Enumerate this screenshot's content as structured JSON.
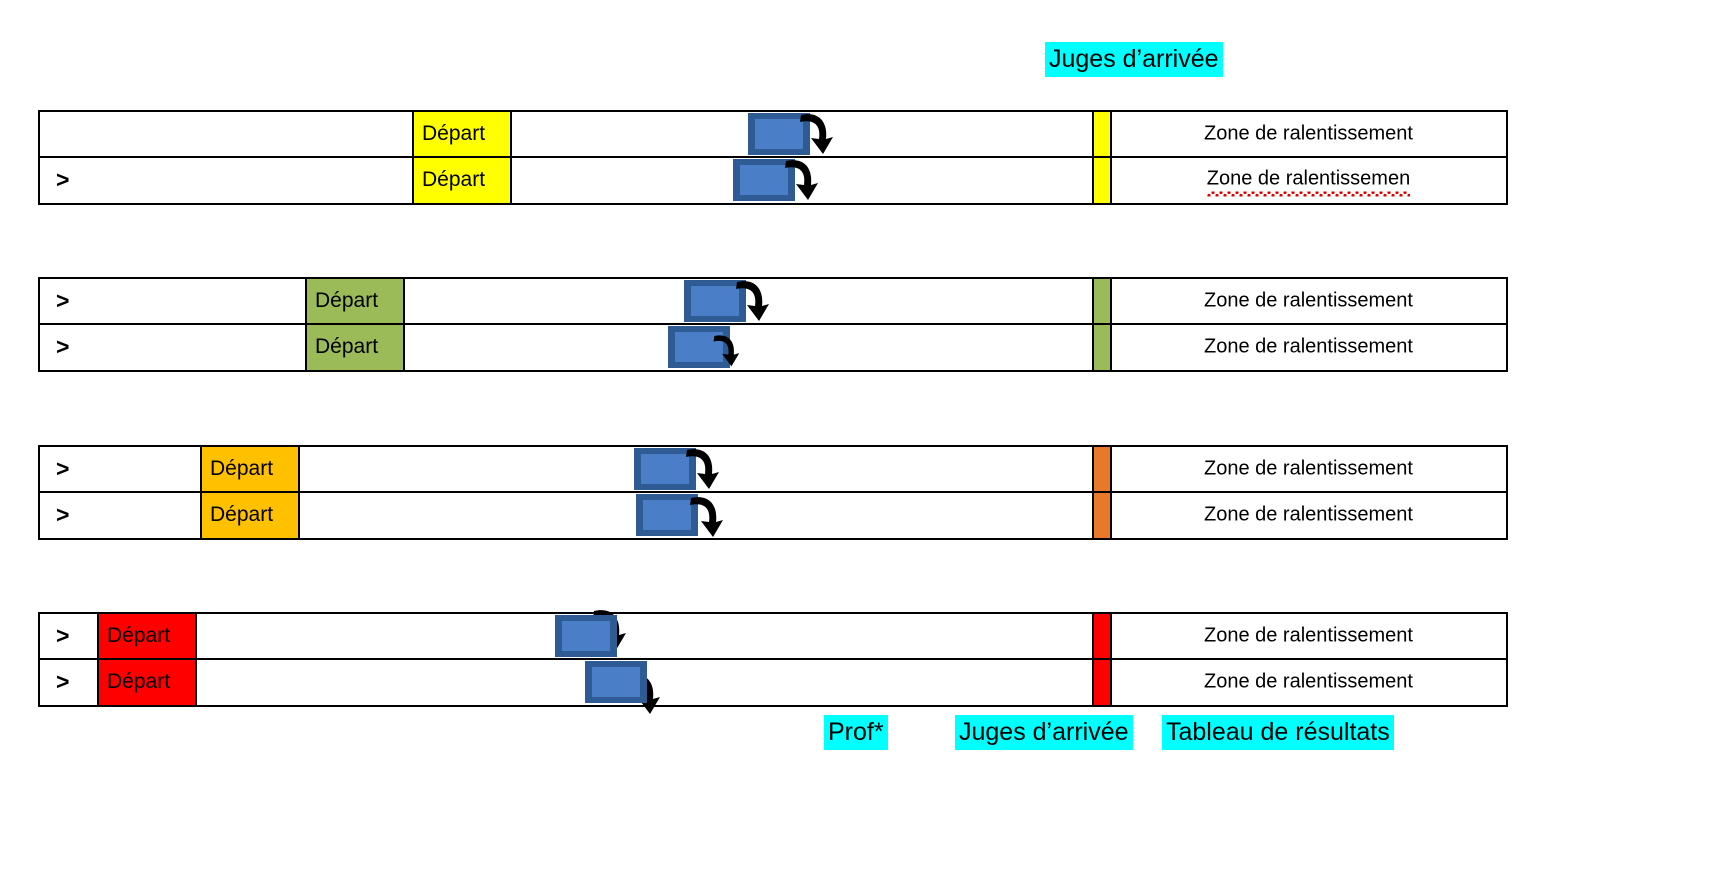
{
  "document": {
    "title": "Organisation de piste - zones de depart et d'arrivee",
    "language": "fr"
  },
  "colors": {
    "highlight": "#00FFFF",
    "lane_yellow": "#FFFF00",
    "lane_green": "#9BBB59",
    "lane_orange": "#FFC000",
    "lane_red": "#FF0000",
    "runner_border": "#2E5B93",
    "runner_fill": "#4A7EC7",
    "outline": "#000000",
    "spellcheck": "#E00000"
  },
  "top_label": {
    "text": "Juges d’arrivée"
  },
  "bottom_labels": [
    {
      "text": "Prof*"
    },
    {
      "text": "Juges d’arrivée"
    },
    {
      "text": "Tableau de résultats"
    }
  ],
  "blocks": [
    {
      "id": "lane-yellow",
      "color": "#FFFF00",
      "rows": [
        {
          "marker": "",
          "depart_label": "Départ",
          "zone_label": "Zone de ralentissement",
          "zone_misspelled": false
        },
        {
          "marker": ">",
          "depart_label": "Départ",
          "zone_label": "Zone de ralentissemen",
          "zone_misspelled": true
        }
      ]
    },
    {
      "id": "lane-green",
      "color": "#9BBB59",
      "rows": [
        {
          "marker": ">",
          "depart_label": "Départ",
          "zone_label": "Zone de ralentissement",
          "zone_misspelled": false
        },
        {
          "marker": ">",
          "depart_label": "Départ",
          "zone_label": "Zone de ralentissement",
          "zone_misspelled": false
        }
      ]
    },
    {
      "id": "lane-orange",
      "color": "#FFC000",
      "rows": [
        {
          "marker": ">",
          "depart_label": "Départ",
          "zone_label": "Zone de ralentissement",
          "zone_misspelled": false
        },
        {
          "marker": ">",
          "depart_label": "Départ",
          "zone_label": "Zone de ralentissement",
          "zone_misspelled": false
        }
      ]
    },
    {
      "id": "lane-red",
      "color": "#FF0000",
      "rows": [
        {
          "marker": ">",
          "depart_label": "Départ",
          "zone_label": "Zone de ralentissement",
          "zone_misspelled": false
        },
        {
          "marker": ">",
          "depart_label": "Départ",
          "zone_label": "Zone de ralentissement",
          "zone_misspelled": false
        }
      ]
    }
  ]
}
